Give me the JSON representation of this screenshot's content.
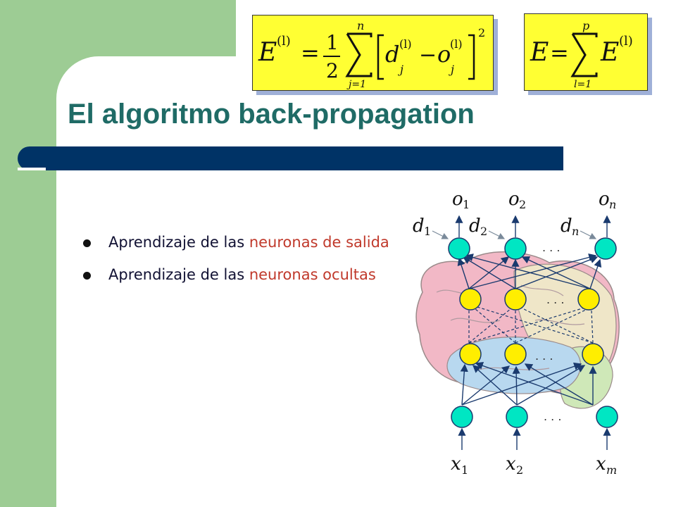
{
  "slide": {
    "title": "El algoritmo back-propagation"
  },
  "formulas": {
    "left": {
      "lhs": "E",
      "lhs_sup": "(l)",
      "eq": "=",
      "frac_num": "1",
      "frac_den": "2",
      "sum_top": "n",
      "sum_bottom": "j=1",
      "d": "d",
      "d_sup": "(l)",
      "d_sub": "j",
      "minus": "−",
      "o": "o",
      "o_sup": "(l)",
      "o_sub": "j",
      "power": "2"
    },
    "right": {
      "lhs": "E",
      "eq": "=",
      "sum_top": "p",
      "sum_bottom": "l=1",
      "term": "E",
      "term_sup": "(l)"
    }
  },
  "bullets": [
    {
      "text": "Aprendizaje de las ",
      "highlight": "neuronas de salida"
    },
    {
      "text": "Aprendizaje de las ",
      "highlight": "neuronas ocultas"
    }
  ],
  "network": {
    "outputs": [
      {
        "base": "o",
        "sub": "1"
      },
      {
        "base": "o",
        "sub": "2"
      },
      {
        "base": "o",
        "sub": "n"
      }
    ],
    "targets": [
      {
        "base": "d",
        "sub": "1"
      },
      {
        "base": "d",
        "sub": "2"
      },
      {
        "base": "d",
        "sub": "n"
      }
    ],
    "inputs": [
      {
        "base": "x",
        "sub": "1"
      },
      {
        "base": "x",
        "sub": "2"
      },
      {
        "base": "x",
        "sub": "m"
      }
    ],
    "ellipsis": ". . .",
    "colors": {
      "io_node": "#00e6c3",
      "hidden_node": "#ffee00",
      "edge": "#1a3a6e",
      "brain_pink": "#f2b8c6",
      "brain_green": "#cfe8b8",
      "brain_blue": "#b8d8ef",
      "brain_beige": "#efe6c8",
      "slide_green": "#9dcc94",
      "bar_navy": "#003366",
      "title_teal": "#1f6b66",
      "formula_yellow": "#ffff33",
      "highlight_red": "#c0392b"
    }
  }
}
